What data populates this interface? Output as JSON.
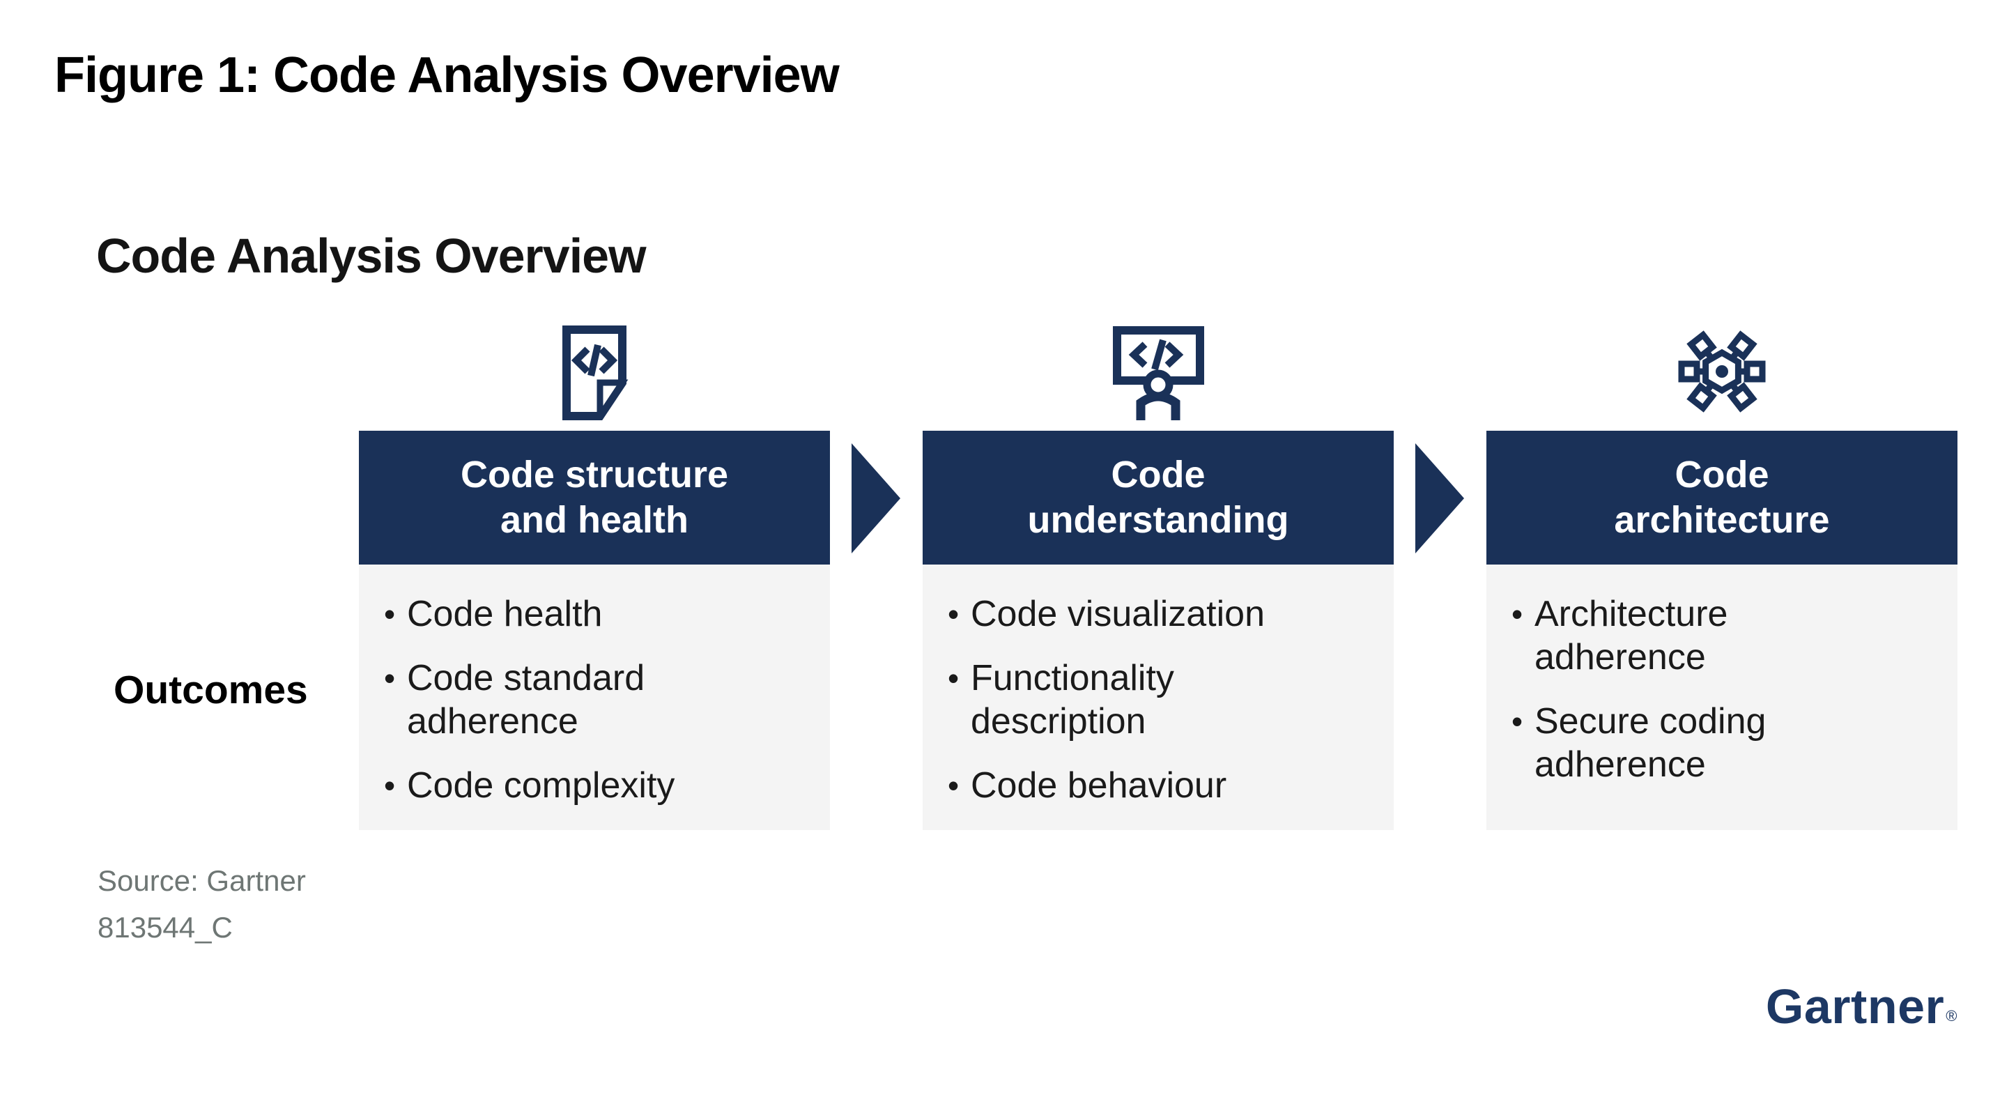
{
  "figure": {
    "title": "Figure 1: Code Analysis Overview"
  },
  "diagram": {
    "heading": "Code Analysis Overview",
    "row_label": "Outcomes",
    "columns": [
      {
        "icon": "code-document-icon",
        "header_lines": [
          "Code structure",
          "and health"
        ],
        "outcomes": [
          "Code health",
          "Code standard adherence",
          "Code complexity"
        ]
      },
      {
        "icon": "code-review-screen-icon",
        "header_lines": [
          "Code",
          "understanding"
        ],
        "outcomes": [
          "Code visualization",
          "Functionality description",
          "Code behaviour"
        ]
      },
      {
        "icon": "architecture-network-icon",
        "header_lines": [
          "Code",
          "architecture"
        ],
        "outcomes": [
          "Architecture adherence",
          "Secure coding adherence"
        ]
      }
    ]
  },
  "footer": {
    "source": "Source: Gartner",
    "document_id": "813544_C"
  },
  "branding": {
    "logo_text": "Gartner",
    "registered_mark": "®"
  },
  "colors": {
    "navy": "#1a3158",
    "logo": "#1d3864",
    "panel": "#f4f4f4",
    "muted": "#6e7674"
  }
}
